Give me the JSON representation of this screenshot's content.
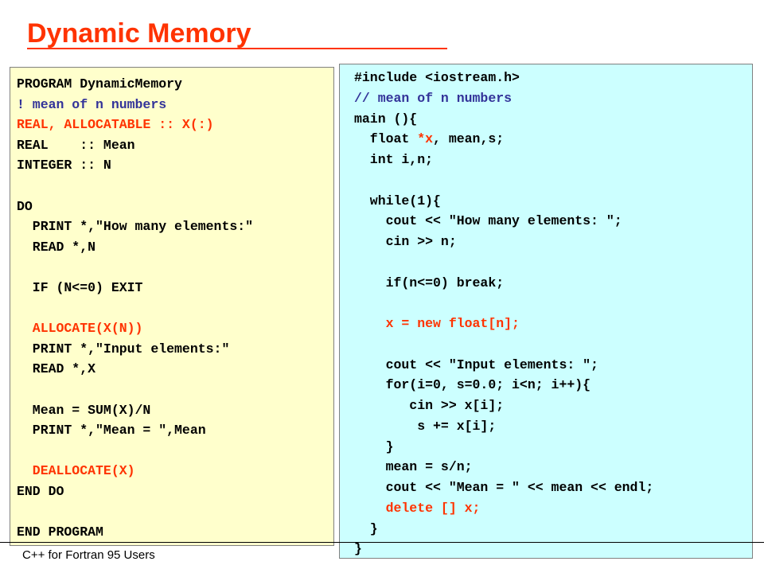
{
  "slide": {
    "title": "Dynamic Memory",
    "footer": "C++ for Fortran 95 Users"
  },
  "fortran": {
    "lines": [
      {
        "text": "PROGRAM DynamicMemory",
        "color": "black"
      },
      {
        "text": "! mean of n numbers",
        "color": "blue"
      },
      {
        "text": "REAL, ALLOCATABLE :: X(:)",
        "color": "red"
      },
      {
        "text": "REAL    :: Mean",
        "color": "black"
      },
      {
        "text": "INTEGER :: N",
        "color": "black"
      },
      {
        "text": "",
        "color": "black"
      },
      {
        "text": "DO",
        "color": "black"
      },
      {
        "text": "  PRINT *,\"How many elements:\"",
        "color": "black"
      },
      {
        "text": "  READ *,N",
        "color": "black"
      },
      {
        "text": "",
        "color": "black"
      },
      {
        "text": "  IF (N<=0) EXIT",
        "color": "black"
      },
      {
        "text": "",
        "color": "black"
      },
      {
        "text": "  ALLOCATE(X(N))",
        "color": "red"
      },
      {
        "text": "  PRINT *,\"Input elements:\"",
        "color": "black"
      },
      {
        "text": "  READ *,X",
        "color": "black"
      },
      {
        "text": "",
        "color": "black"
      },
      {
        "text": "  Mean = SUM(X)/N",
        "color": "black"
      },
      {
        "text": "  PRINT *,\"Mean = \",Mean",
        "color": "black"
      },
      {
        "text": "",
        "color": "black"
      },
      {
        "text": "  DEALLOCATE(X)",
        "color": "red"
      },
      {
        "text": "END DO",
        "color": "black"
      },
      {
        "text": "",
        "color": "black"
      },
      {
        "text": "END PROGRAM",
        "color": "black"
      }
    ]
  },
  "cpp": {
    "lines": [
      {
        "segments": [
          {
            "text": "#include <iostream.h>",
            "color": "black"
          }
        ]
      },
      {
        "segments": [
          {
            "text": "// mean of n numbers",
            "color": "blue"
          }
        ]
      },
      {
        "segments": [
          {
            "text": "main (){",
            "color": "black"
          }
        ]
      },
      {
        "segments": [
          {
            "text": "  float ",
            "color": "black"
          },
          {
            "text": "*x",
            "color": "red"
          },
          {
            "text": ", mean,s;",
            "color": "black"
          }
        ]
      },
      {
        "segments": [
          {
            "text": "  int i,n;",
            "color": "black"
          }
        ]
      },
      {
        "segments": [
          {
            "text": "",
            "color": "black"
          }
        ]
      },
      {
        "segments": [
          {
            "text": "  while(1){",
            "color": "black"
          }
        ]
      },
      {
        "segments": [
          {
            "text": "    cout << \"How many elements: \";",
            "color": "black"
          }
        ]
      },
      {
        "segments": [
          {
            "text": "    cin >> n;",
            "color": "black"
          }
        ]
      },
      {
        "segments": [
          {
            "text": "",
            "color": "black"
          }
        ]
      },
      {
        "segments": [
          {
            "text": "    if(n<=0) break;",
            "color": "black"
          }
        ]
      },
      {
        "segments": [
          {
            "text": "",
            "color": "black"
          }
        ]
      },
      {
        "segments": [
          {
            "text": "    x = new float[n];",
            "color": "red"
          }
        ]
      },
      {
        "segments": [
          {
            "text": "",
            "color": "black"
          }
        ]
      },
      {
        "segments": [
          {
            "text": "    cout << \"Input elements: \";",
            "color": "black"
          }
        ]
      },
      {
        "segments": [
          {
            "text": "    for(i=0, s=0.0; i<n; i++){",
            "color": "black"
          }
        ]
      },
      {
        "segments": [
          {
            "text": "       cin >> x[i];",
            "color": "black"
          }
        ]
      },
      {
        "segments": [
          {
            "text": "        s += x[i];",
            "color": "black"
          }
        ]
      },
      {
        "segments": [
          {
            "text": "    }",
            "color": "black"
          }
        ]
      },
      {
        "segments": [
          {
            "text": "    mean = s/n;",
            "color": "black"
          }
        ]
      },
      {
        "segments": [
          {
            "text": "    cout << \"Mean = \" << mean << endl;",
            "color": "black"
          }
        ]
      },
      {
        "segments": [
          {
            "text": "    delete [] x;",
            "color": "red"
          }
        ]
      },
      {
        "segments": [
          {
            "text": "  }",
            "color": "black"
          }
        ]
      },
      {
        "segments": [
          {
            "text": "}",
            "color": "black"
          }
        ]
      }
    ]
  },
  "colors": {
    "title": "#ff3300",
    "keyword_red": "#ff3300",
    "comment_blue": "#333399",
    "fortran_bg": "#ffffcc",
    "cpp_bg": "#ccffff"
  }
}
